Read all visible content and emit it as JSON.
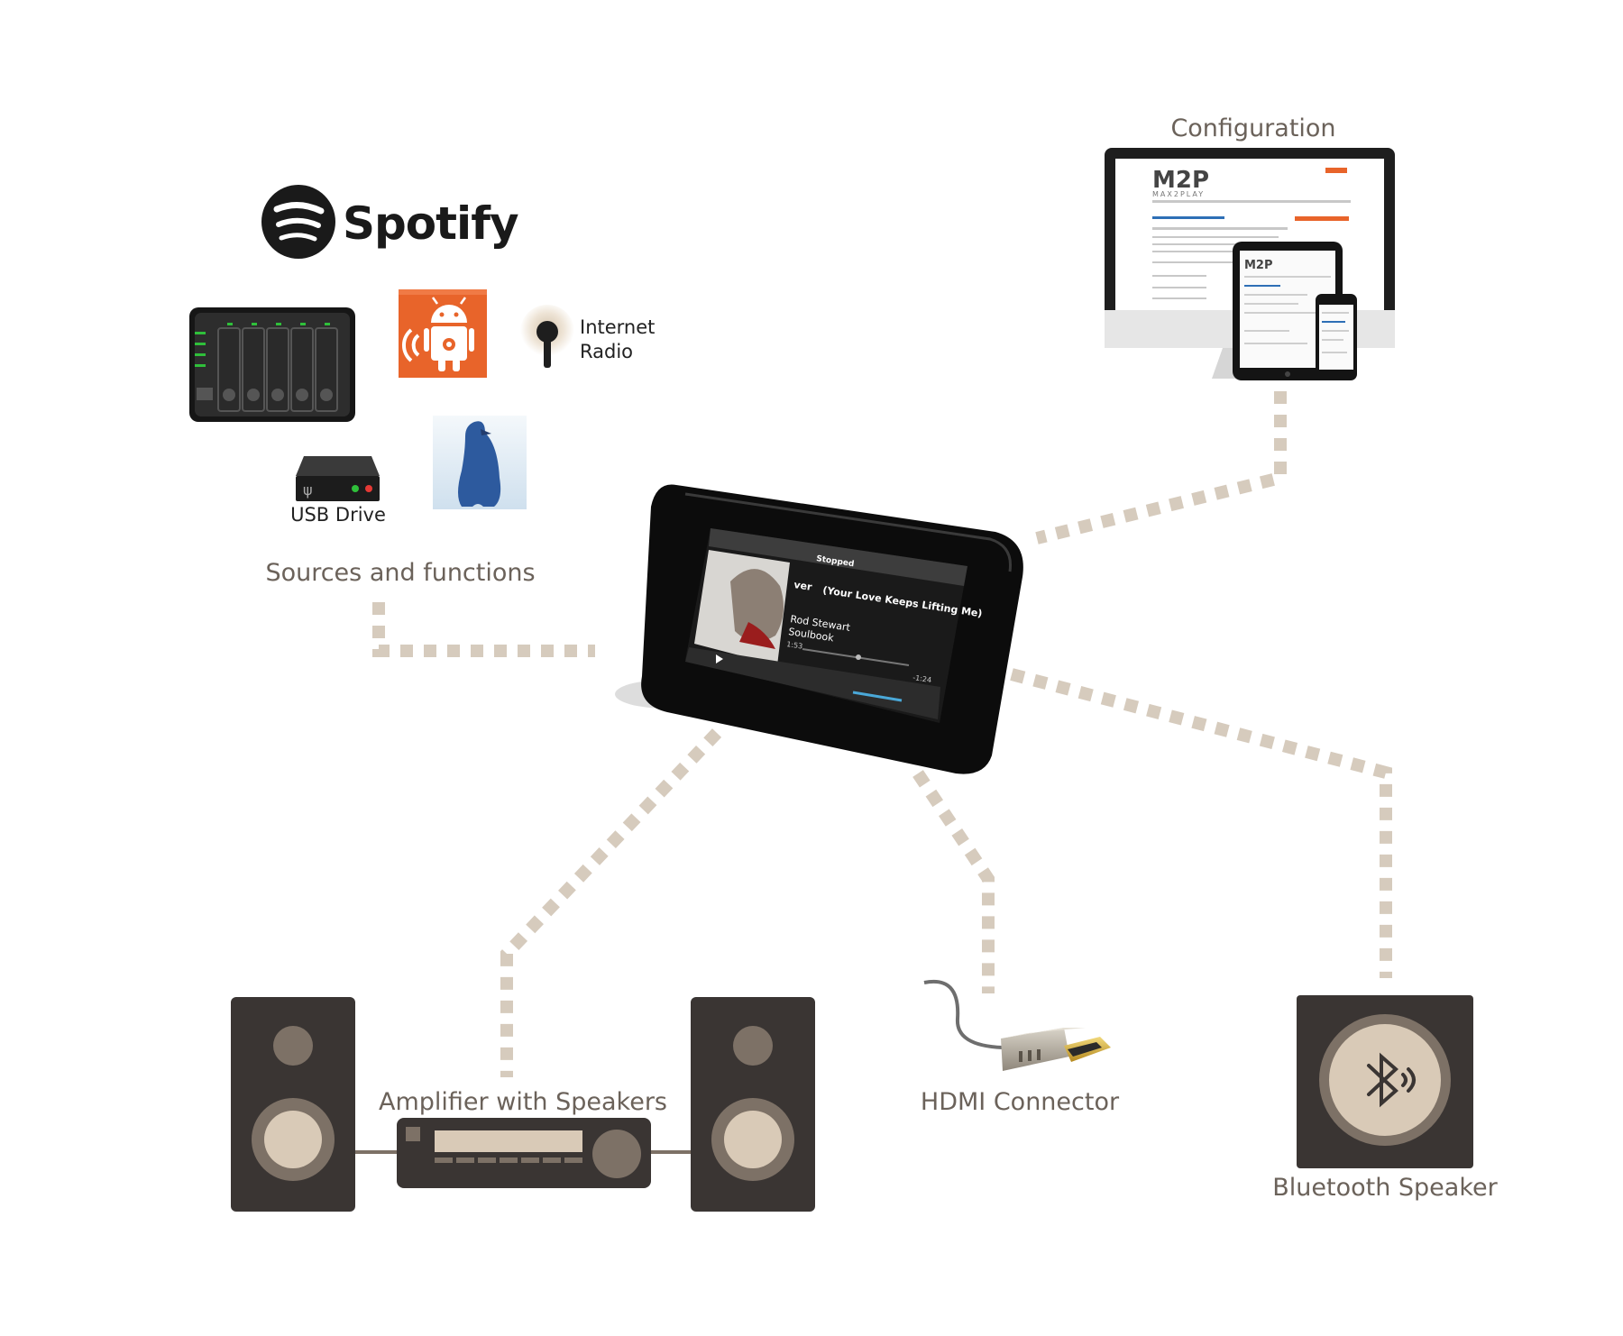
{
  "labels": {
    "configuration": "Configuration",
    "sources_and_functions": "Sources and functions",
    "usb_drive": "USB Drive",
    "internet_radio_line1": "Internet",
    "internet_radio_line2": "Radio",
    "spotify": "Spotify",
    "amplifier_with_speakers": "Amplifier with Speakers",
    "hdmi_connector": "HDMI Connector",
    "bluetooth_speaker": "Bluetooth Speaker"
  },
  "player_screen": {
    "status": "Stopped",
    "track_title_fragment": "ver",
    "track_title": "(Your Love Keeps Lifting Me)",
    "artist": "Rod Stewart",
    "album": "Soulbook",
    "elapsed": "1:53",
    "remaining": "-1:24"
  },
  "config_screen": {
    "logo": "M2P",
    "logo_subtitle": "MAX2PLAY"
  },
  "colors": {
    "connector": "#d6cbbd",
    "label_text": "#6b625a",
    "device_dark": "#3a3533",
    "speaker_cone": "#d9cab7",
    "speaker_ring": "#7d7166",
    "android_orange": "#e8642a"
  },
  "icons": [
    "spotify-icon",
    "nas-icon",
    "android-app-icon",
    "internet-radio-icon",
    "usb-drive-icon",
    "penguin-icon",
    "bluetooth-icon",
    "hdmi-cable-icon"
  ]
}
